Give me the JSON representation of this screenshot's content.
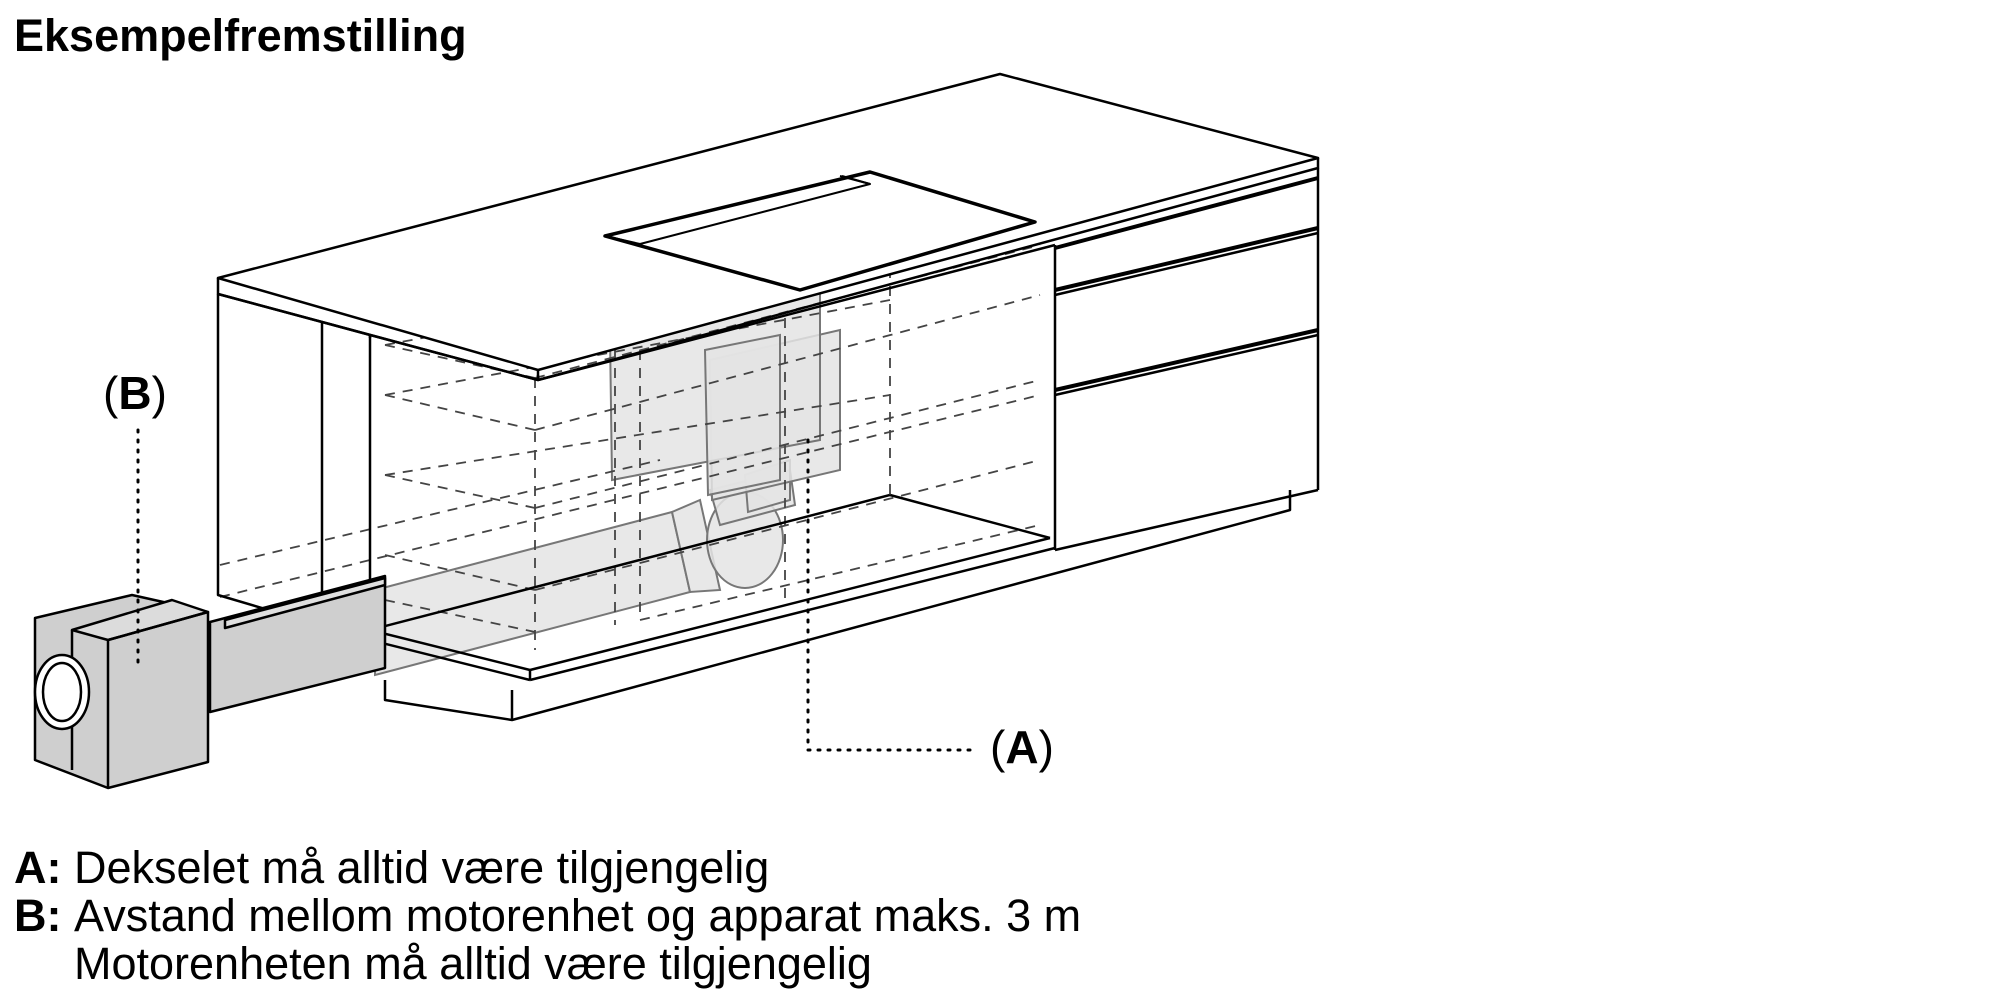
{
  "title": "Eksempelfremstilling",
  "callouts": {
    "a": "A",
    "b": "B"
  },
  "legend": [
    {
      "key": "A:",
      "lines": [
        "Dekselet må alltid være tilgjengelig"
      ]
    },
    {
      "key": "B:",
      "lines": [
        "Avstand mellom motorenhet og apparat maks. 3 m",
        "Motorenheten må alltid være tilgjengelig"
      ]
    }
  ],
  "colors": {
    "line": "#000000",
    "duct_fill": "#cfcfcf",
    "ghost_fill": "#e4e4e4",
    "hidden_line": "#555555"
  }
}
